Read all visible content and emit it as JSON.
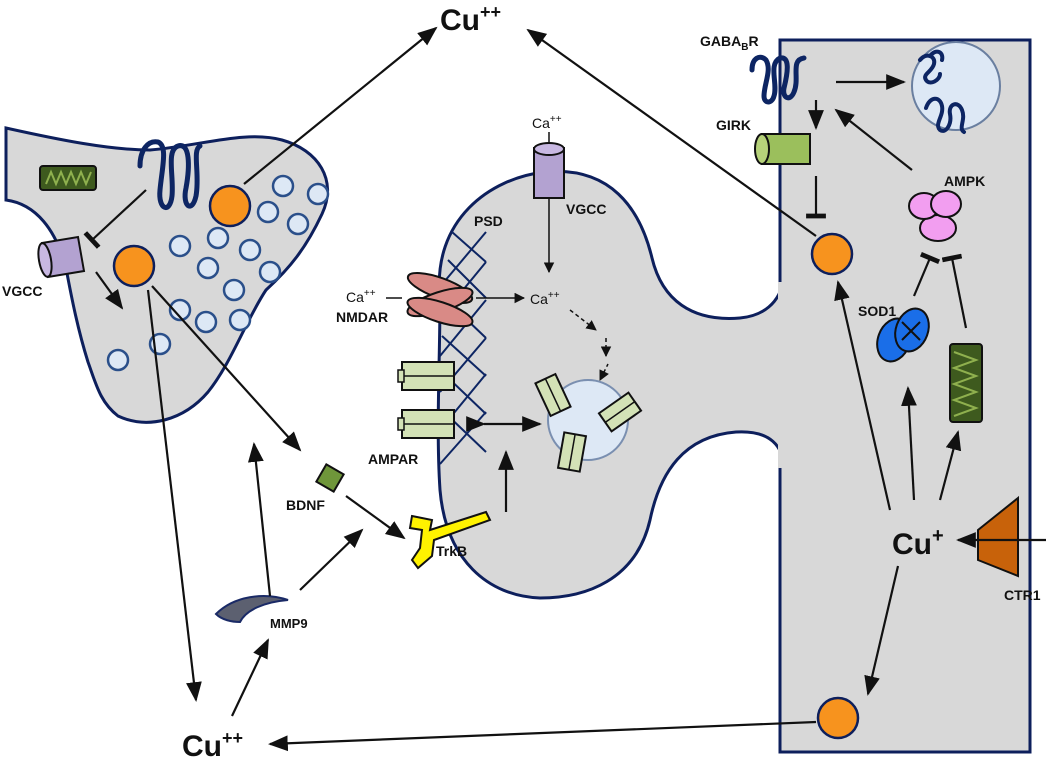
{
  "colors": {
    "cell_fill": "#d8d8d8",
    "cell_stroke": "#0d1f5c",
    "vesicle_orange": "#f7931e",
    "vesicle_empty": "#dde8f5",
    "receptor_navy": "#0d2563",
    "girk_green": "#9bbf5c",
    "vgcc_purple": "#b3a2d1",
    "nmdar_pink": "#d98a86",
    "ampar_green": "#d3e2b6",
    "ampk_pink": "#f29ef0",
    "sod1_blue": "#1a6ee8",
    "bdnf_green": "#6f963a",
    "trkb_yellow": "#fff200",
    "ctr1_orange": "#c8620a",
    "mmp9_gray": "#5c6070",
    "spring_green": "#3e5a1e"
  },
  "labels": {
    "cu2_top_base": "Cu",
    "cu2_top_sup": "++",
    "cu2_bottom_base": "Cu",
    "cu2_bottom_sup": "++",
    "cu1_base": "Cu",
    "cu1_sup": "+",
    "ca_top_base": "Ca",
    "ca_top_sup": "++",
    "ca_nmdar_base": "Ca",
    "ca_nmdar_sup": "++",
    "ca_spine_base": "Ca",
    "ca_spine_sup": "++",
    "gaba_base": "GABA",
    "gaba_sub": "B",
    "gaba_tail": "R",
    "girk": "GIRK",
    "ampk": "AMPK",
    "sod1": "SOD1",
    "ctr1": "CTR1",
    "vgcc_left": "VGCC",
    "vgcc_spine": "VGCC",
    "psd": "PSD",
    "nmdar": "NMDAR",
    "ampar": "AMPAR",
    "bdnf": "BDNF",
    "trkb": "TrkB",
    "mmp9": "MMP9"
  }
}
